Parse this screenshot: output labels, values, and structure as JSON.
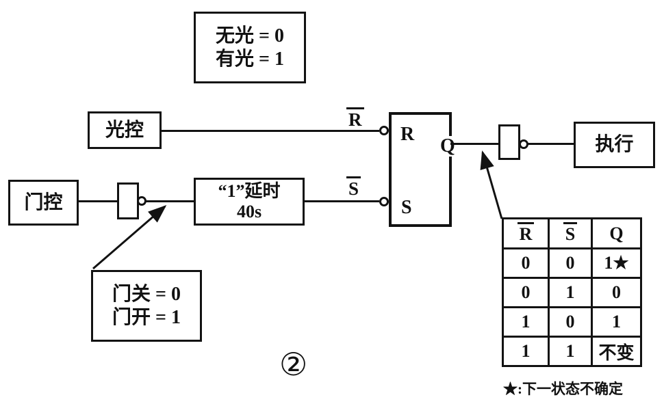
{
  "legend_light": {
    "line1": "无光 = 0",
    "line2": "有光 = 1"
  },
  "note_door": {
    "line1": "门关 = 0",
    "line2": "门开 = 1"
  },
  "blocks": {
    "light_control": "光控",
    "door_control": "门控",
    "delay_line1": "“1”延时",
    "delay_line2": "40s",
    "execute": "执行"
  },
  "flipflop": {
    "r_input": "R",
    "s_input": "S",
    "q_output": "Q",
    "r_bar": "R",
    "s_bar": "S"
  },
  "figure_number": "②",
  "truth_table": {
    "headers": [
      "R",
      "S",
      "Q"
    ],
    "rows": [
      [
        "0",
        "0",
        "1★"
      ],
      [
        "0",
        "1",
        "0"
      ],
      [
        "1",
        "0",
        "1"
      ],
      [
        "1",
        "1",
        "不变"
      ]
    ],
    "footnote": "★:下一状态不确定"
  },
  "colors": {
    "ink": "#121212",
    "paper": "#ffffff"
  }
}
